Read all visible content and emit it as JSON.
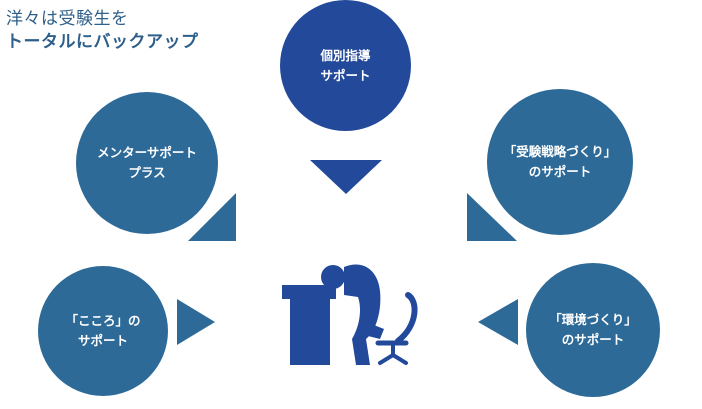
{
  "headline": {
    "line1": "洋々は受験生を",
    "line2": "トータルにバックアップ"
  },
  "circles": {
    "top": {
      "line1": "個別指導",
      "line2": "サポート"
    },
    "top_left": {
      "line1": "メンターサポート",
      "line2": "プラス"
    },
    "top_right": {
      "line1": "「受験戦略づくり」",
      "line2": "のサポート"
    },
    "bottom_left": {
      "line1": "「こころ」の",
      "line2": "サポート"
    },
    "bottom_right": {
      "line1": "「環境づくり」",
      "line2": "のサポート"
    }
  },
  "colors": {
    "primary_navy": "#23499b",
    "steel_blue": "#2e6a98",
    "headline_text": "#2e5f8a",
    "background": "#ffffff"
  }
}
